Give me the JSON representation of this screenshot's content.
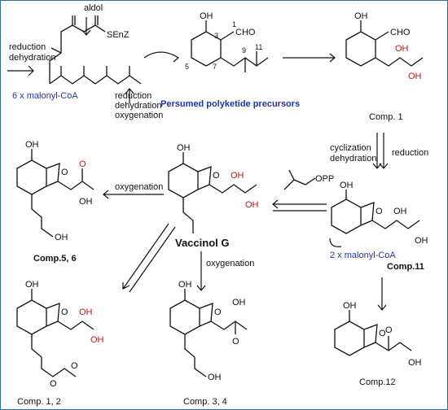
{
  "colors": {
    "ink": "#111111",
    "accent_red": "#b41e1e",
    "accent_blue": "#2233aa",
    "frame": "#2a6db0"
  },
  "texts": {
    "aldol": "aldol",
    "reduction1": "reduction",
    "dehydration1": "dehydration",
    "senz": "SEnZ",
    "malonyl6": "6  x malonyl-CoA",
    "reduction2": "reduction",
    "dehydration2": "dehydration",
    "oxygenation1": "oxygenation",
    "precursors": "Persumed polyketide precursors",
    "cho1": "CHO",
    "cho2": "CHO",
    "oh_p1": "OH",
    "oh_p2": "OH",
    "oh_c1a": "OH",
    "oh_c1b": "OH",
    "n1": "1",
    "n3": "3",
    "n5": "5",
    "n7": "7",
    "n9": "9",
    "n11": "11",
    "comp1": "Comp. 1",
    "cyclization": "cyclization",
    "dehydration3": "dehydration",
    "reduction3": "reduction",
    "opp": "OPP",
    "oxygenation2": "oxygenation",
    "vaccinol": "Vaccinol G",
    "malonyl2": "2 x malonyl-CoA",
    "comp11": "Comp.11",
    "comp56": "Comp.5, 6",
    "oxygenation3": "oxygenation",
    "comp12": "Comp.12",
    "comp12_label": "Comp. 1, 2",
    "comp34": "Comp. 3, 4",
    "o": "O",
    "oh": "OH"
  }
}
